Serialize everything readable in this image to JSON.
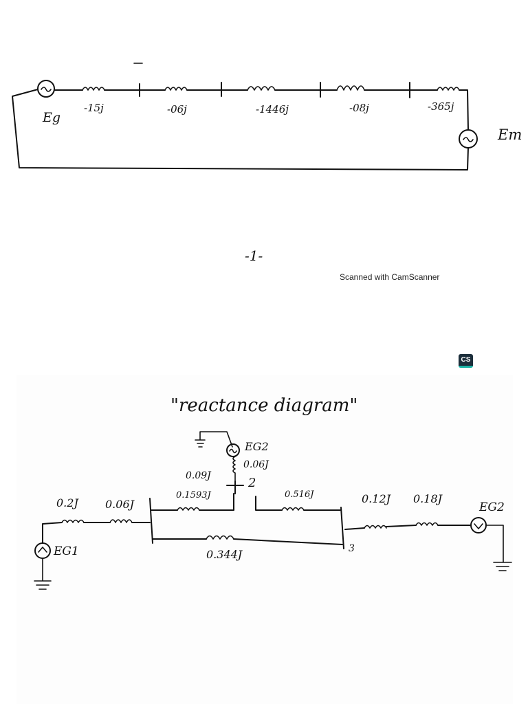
{
  "top_circuit": {
    "source_left_label": "Eg",
    "source_right_label": "Em",
    "reactances": [
      "-15j",
      "-06j",
      "-1446j",
      "-08j",
      "-365j"
    ]
  },
  "page_number": "-1-",
  "scanner_watermark": "Scanned with CamScanner",
  "cs_badge": "CS",
  "bottom_diagram": {
    "title": "\"reactance diagram\"",
    "generator_labels": {
      "g1": "EG1",
      "g2": "EG2",
      "g3": "EG2"
    },
    "reactances": {
      "g1_series_a": "0.2J",
      "g1_series_b": "0.06J",
      "g2_internal": "0.06J",
      "g2_series": "0.09J",
      "tr_left": "0.1593J",
      "tr_right": "0.516J",
      "parallel": "0.344J",
      "right_a": "0.12J",
      "right_b": "0.18J"
    },
    "bus_labels": {
      "bus2": "2",
      "bus3": "3"
    }
  },
  "colors": {
    "ink": "#111111",
    "badge": "#1c2e3b",
    "badge_accent": "#1ab3a6"
  }
}
